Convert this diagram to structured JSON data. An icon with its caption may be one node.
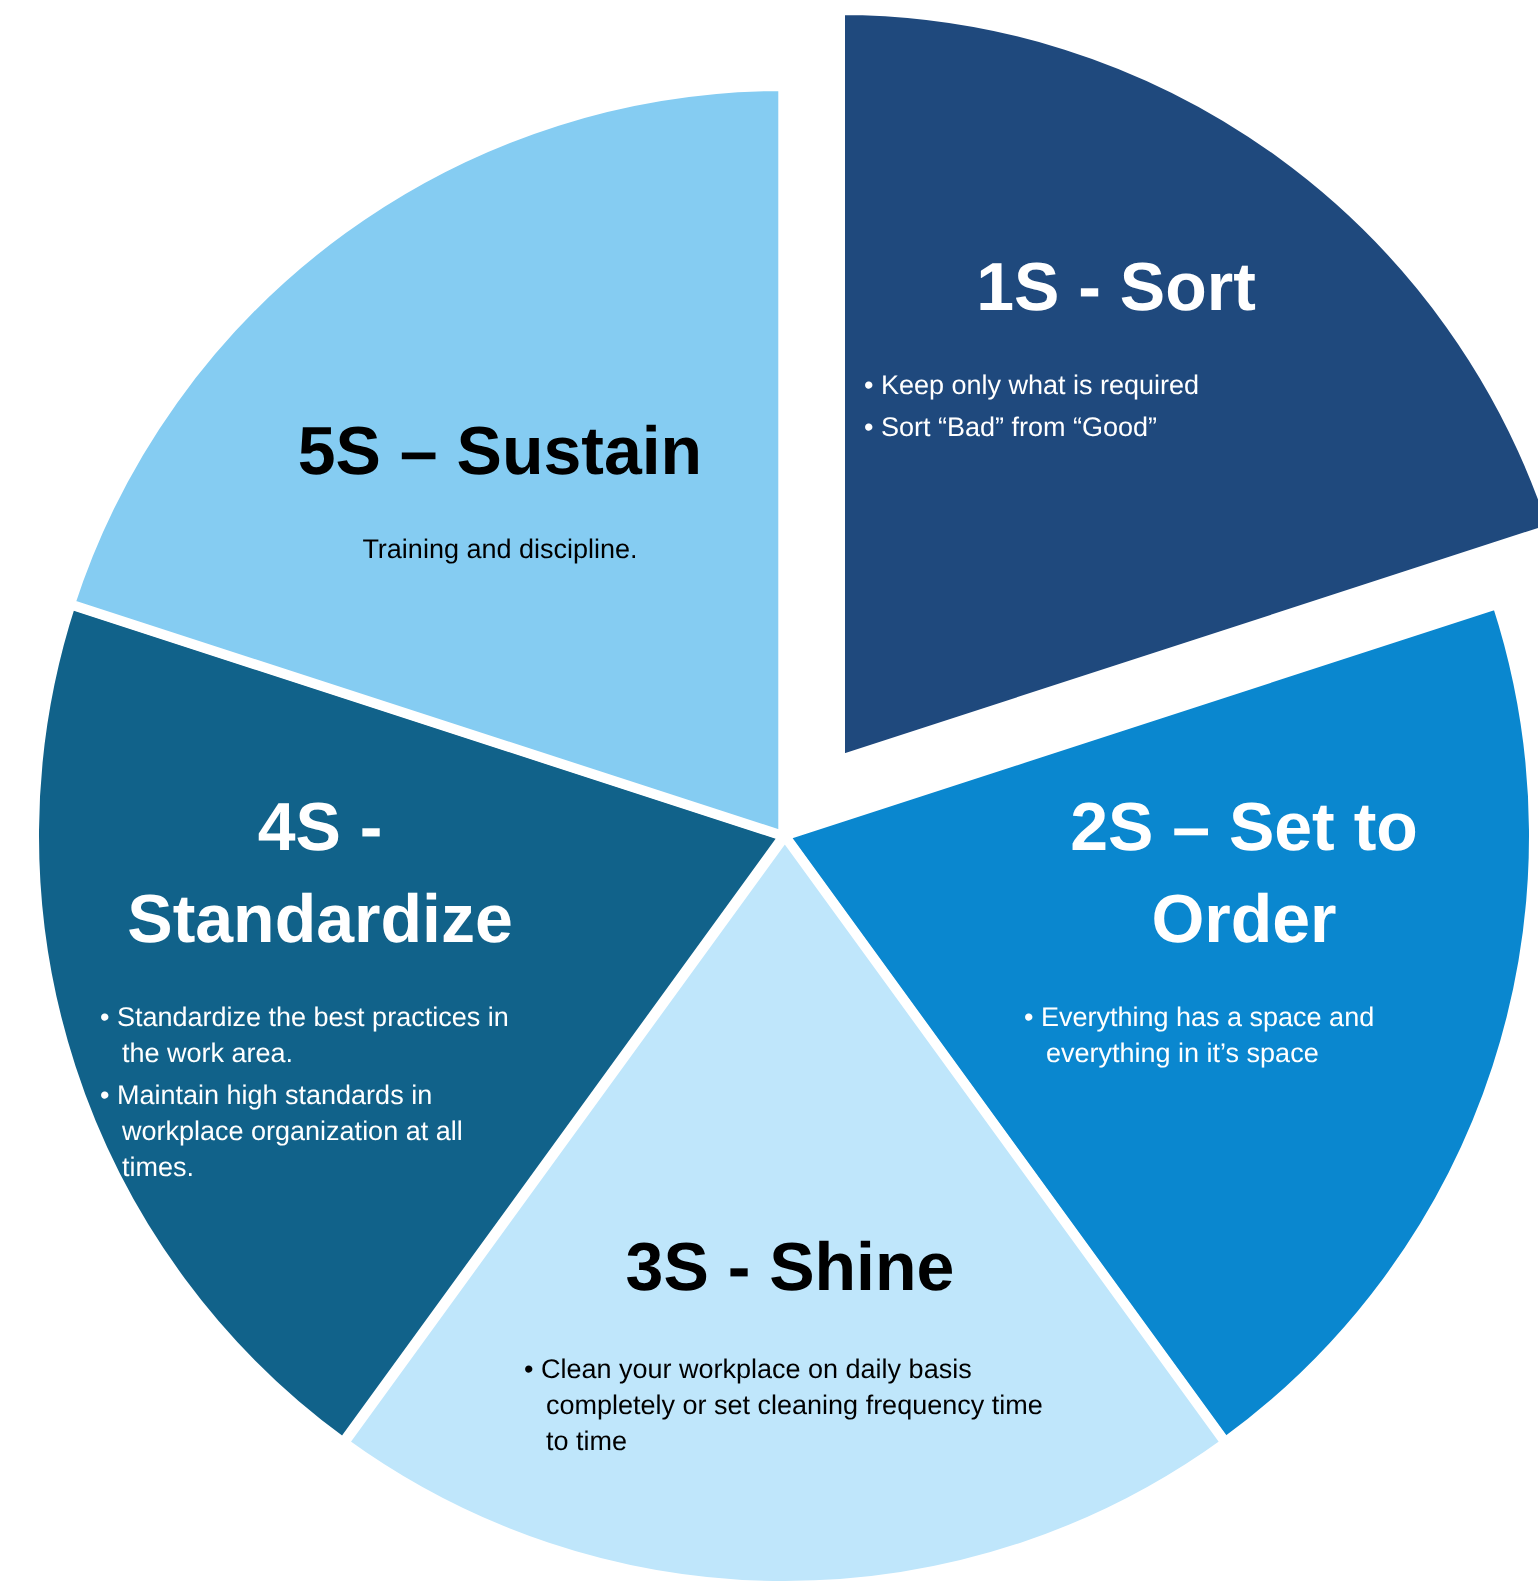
{
  "diagram": {
    "nodes": [
      {
        "text": [
          "1S - Sort",
          "• Keep only what is required",
          "• Sort “Bad” from “Good”"
        ]
      },
      {
        "text": [
          "2S – Set to Order",
          "• Everything has a space and everything in it’s space"
        ]
      },
      {
        "text": [
          "3S - Shine",
          "• Clean your workplace on daily basis completely or set cleaning frequency time to time"
        ]
      },
      {
        "text": [
          "4S - Standardize",
          "• Standardize the best practices in the work area.",
          "• Maintain high standards in workplace organization at all times."
        ]
      },
      {
        "text": [
          "5S – Sustain",
          "Training and discipline."
        ]
      }
    ]
  }
}
